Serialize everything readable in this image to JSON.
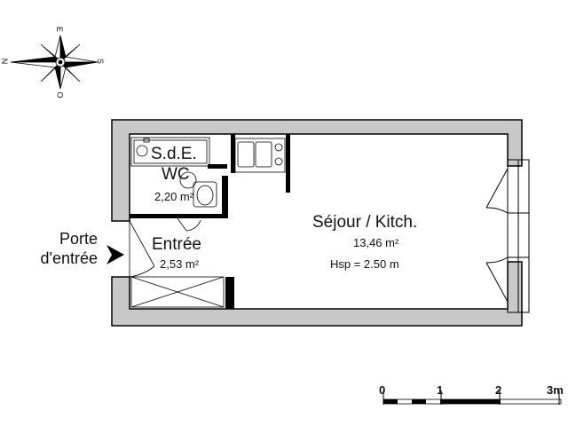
{
  "compass": {
    "n": "N",
    "s": "S",
    "e": "E",
    "o": "O"
  },
  "rooms": {
    "sde": {
      "name_line1": "S.d.E.",
      "name_line2": "WC",
      "area": "2,20 m²"
    },
    "entree": {
      "name": "Entrée",
      "area": "2,53 m²"
    },
    "sejour": {
      "name": "Séjour / Kitch.",
      "area": "13,46 m²",
      "height": "Hsp = 2.50 m"
    }
  },
  "entrance": {
    "line1": "Porte",
    "line2": "d'entrée"
  },
  "scale": {
    "labels": [
      "0",
      "1",
      "2",
      "3m"
    ]
  },
  "colors": {
    "wall_fill": "#c8c8c8",
    "wall_line": "#000000",
    "floor": "#ffffff"
  }
}
